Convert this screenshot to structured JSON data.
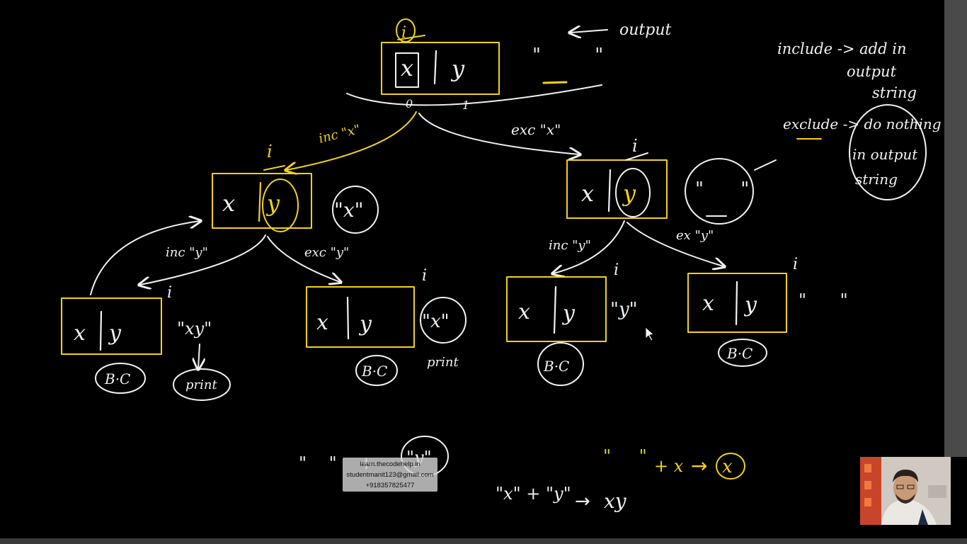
{
  "colors": {
    "yellow": "#f2d21b",
    "white": "#f2f2f2",
    "background": "#000000"
  },
  "tree": {
    "root": {
      "left": "x",
      "right": "y",
      "index_marker": "i"
    },
    "output_label": "output",
    "empty_output": "\" \"",
    "include_edge": "inc \"x\"",
    "exclude_edge": "exc \"x\"",
    "zero_label": "0",
    "one_label": "1",
    "left_node": {
      "left": "x",
      "right": "y",
      "index_marker": "i",
      "output": "\"x\""
    },
    "right_node": {
      "left": "x",
      "right": "y",
      "index_marker": "i"
    },
    "smiley_output": "\" \"",
    "ll_edge": "inc \"y\"",
    "lr_edge": "exc \"y\"",
    "rl_edge": "inc \"y\"",
    "rr_edge": "ex \"y\"",
    "leaves": [
      {
        "left": "x",
        "right": "y",
        "index_marker": "i",
        "output": "\"xy\"",
        "base_case": "B·C",
        "action": "print"
      },
      {
        "left": "x",
        "right": "y",
        "index_marker": "i",
        "output": "\"x\"",
        "base_case": "B·C",
        "action": "print"
      },
      {
        "left": "x",
        "right": "y",
        "index_marker": "i",
        "output": "\"y\"",
        "base_case": "B·C"
      },
      {
        "left": "x",
        "right": "y",
        "index_marker": "i",
        "output": "\" \"",
        "base_case": "B·C"
      }
    ]
  },
  "notes": {
    "include": [
      "include -> add in",
      "output",
      "string"
    ],
    "exclude": [
      "exclude -> do nothing",
      "in output",
      "string"
    ]
  },
  "bottom": {
    "eq1_left": "\" \"",
    "eq1_plus": "+ x",
    "eq1_arrow": "→",
    "eq1_result": "x",
    "eq2_left": "\"x\" + \"y\"",
    "eq2_arrow": "→",
    "eq2_result": "xy",
    "eq3_left": "\" \" +",
    "eq3_result": "\"y\""
  },
  "watermark": {
    "line1": "learn.thecodehelp.in",
    "line2": "studentmanit123@gmail.com",
    "line3": "+918357825477"
  }
}
